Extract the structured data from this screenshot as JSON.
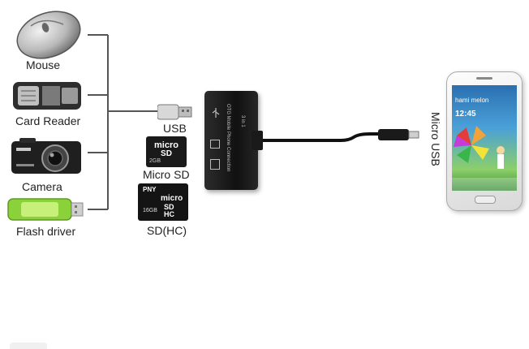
{
  "devices": {
    "mouse": "Mouse",
    "card_reader": "Card Reader",
    "camera": "Camera",
    "flash_driver": "Flash driver"
  },
  "ports": {
    "usb": "USB",
    "micro_sd": "Micro SD",
    "sd_hc": "SD(HC)",
    "micro_usb": "Micro USB"
  },
  "adapter": {
    "side_text": "OTG Mobile Phone Connection",
    "badge": "3 in 1"
  },
  "micro_sd_card": {
    "logo": "micro",
    "logo_sub": "SD",
    "capacity": "2GB"
  },
  "sdhc_card": {
    "brand": "PNY",
    "logo": "micro",
    "logo_sub": "SD",
    "capacity": "16GB",
    "hc": "HC"
  },
  "phone": {
    "brand": "hami melon",
    "time": "12:45"
  },
  "colors": {
    "wire": "#555555",
    "adapter_body": "#1a1a1a",
    "flash_green": "#8bd13a"
  }
}
